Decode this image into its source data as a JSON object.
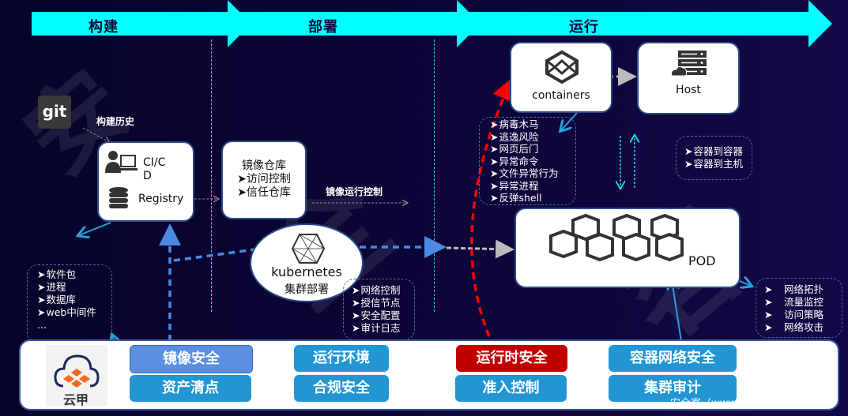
{
  "stages": [
    {
      "label": "构建"
    },
    {
      "label": "部署"
    },
    {
      "label": "运行"
    }
  ],
  "build": {
    "git_label": "git",
    "history_label": "构建历史",
    "cicd_label": "CI/CD",
    "cicd_line1": "CI/C",
    "cicd_line2": "D",
    "registry_label": "Registry",
    "assets_list": [
      "软件包",
      "进程",
      "数据库",
      "web中间件",
      "..."
    ]
  },
  "deploy": {
    "repo_title": "镜像仓库",
    "repo_items": [
      "访问控制",
      "信任仓库"
    ],
    "image_run_control_label": "镜像运行控制",
    "k8s_label": "kubernetes",
    "k8s_sub": "集群部署",
    "k8s_items": [
      "网络控制",
      "授信节点",
      "安全配置",
      "审计日志"
    ]
  },
  "run": {
    "containers_label": "containers",
    "host_label": "Host",
    "threats": [
      "病毒木马",
      "逃逸风险",
      "网页后门",
      "异常命令",
      "文件异常行为",
      "异常进程",
      "反弹shell"
    ],
    "traffic": [
      "容器到容器",
      "容器到主机"
    ],
    "pod_label": "POD",
    "network_items": [
      "网络拓扑",
      "流量监控",
      "访问策略",
      "网络攻击"
    ]
  },
  "bottom_bar": {
    "logo_label": "云甲",
    "buttons": [
      {
        "label": "镜像安全",
        "color": "#5b8fe0"
      },
      {
        "label": "资产清点",
        "color": "#2196d3"
      },
      {
        "label": "运行环境",
        "color": "#2196d3"
      },
      {
        "label": "合规安全",
        "color": "#2196d3"
      },
      {
        "label": "运行时安全",
        "color": "#c00000"
      },
      {
        "label": "准入控制",
        "color": "#2196d3"
      },
      {
        "label": "容器网络安全",
        "color": "#2196d3"
      },
      {
        "label": "集群审计",
        "color": "#2196d3"
      }
    ],
    "footer_text": "安全客（www"
  },
  "bullet_glyph": "➤",
  "colors": {
    "stage_arrow": "#00ffff",
    "background": "#0c0536",
    "threat_path": "#ff0000",
    "flow_blue": "#4a8ae0"
  }
}
